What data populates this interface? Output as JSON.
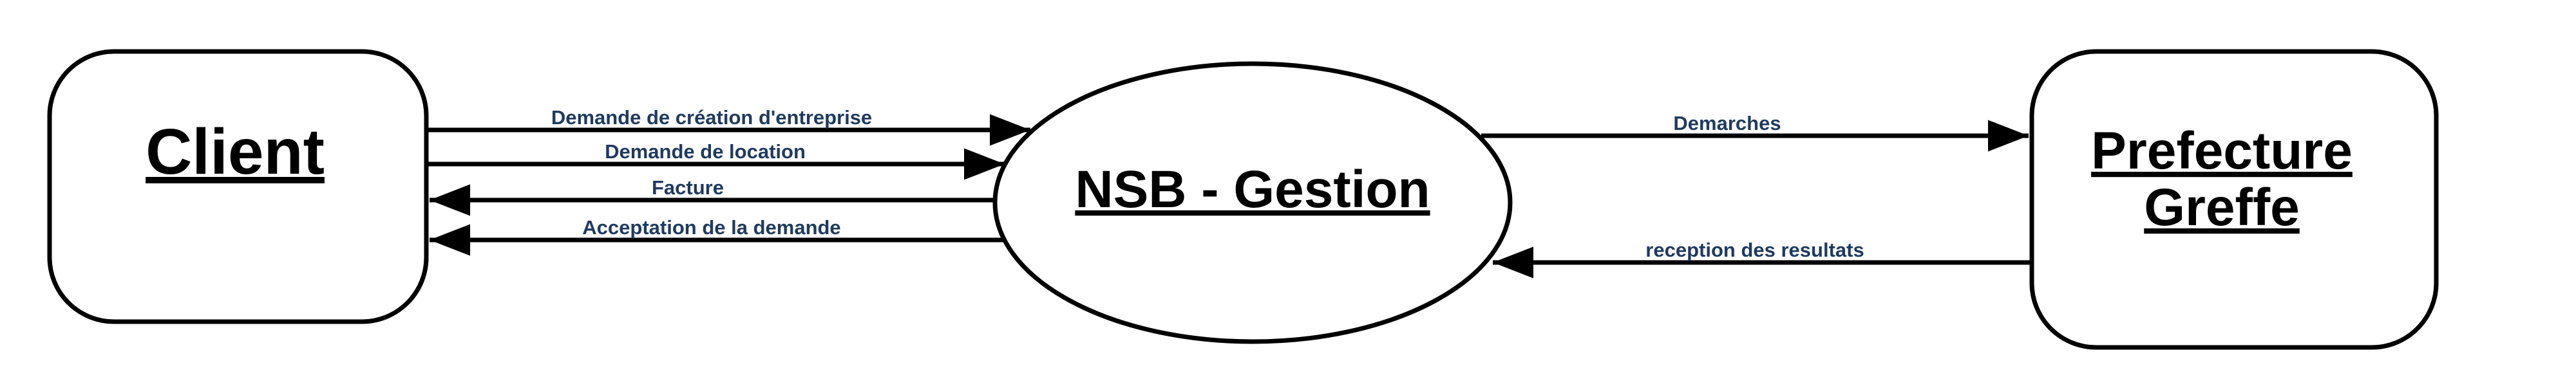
{
  "diagram": {
    "nodes": {
      "client": {
        "label": "Client"
      },
      "nsb": {
        "label": "NSB - Gestion"
      },
      "prefecture": {
        "line1": "Prefecture",
        "line2": "Greffe"
      }
    },
    "edges": {
      "demande_creation": "Demande de création d'entreprise",
      "demande_location": "Demande de location",
      "facture": "Facture",
      "acceptation": "Acceptation de la demande",
      "demarches": "Demarches",
      "reception": "reception des resultats"
    },
    "colors": {
      "stroke": "#000000",
      "edge_label": "#1f3a5f",
      "background": "#ffffff"
    }
  }
}
